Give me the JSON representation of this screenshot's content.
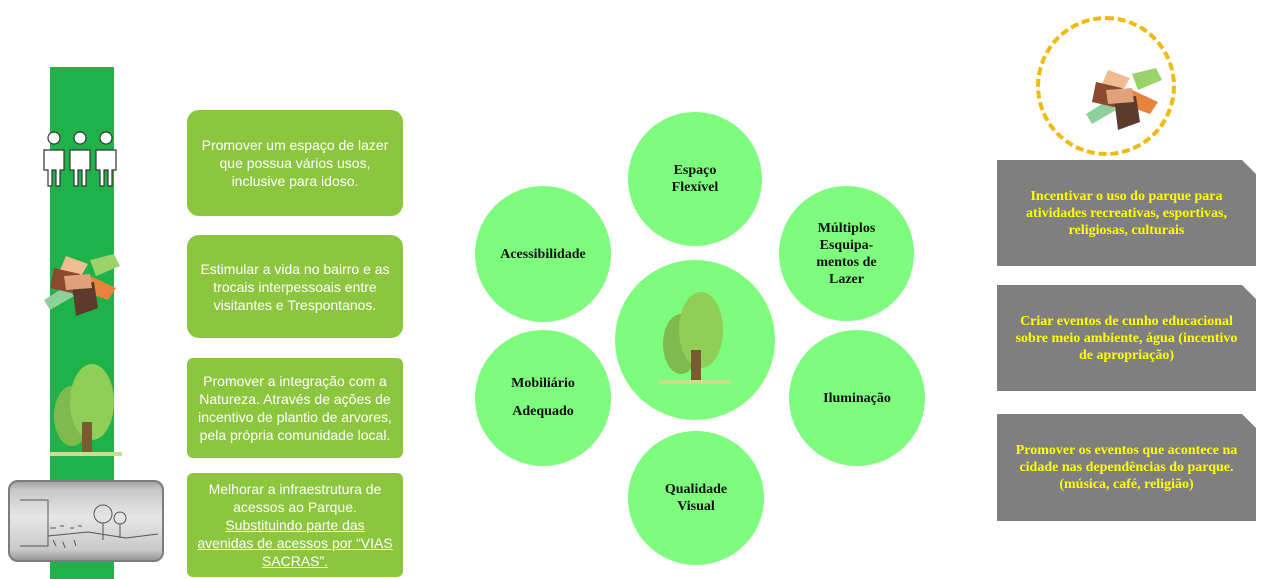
{
  "left_boxes": [
    {
      "text": "Promover um espaço de lazer que possua vários usos, inclusive para idoso."
    },
    {
      "text": "Estimular a vida no bairro e as trocais interpessoais entre visitantes e Trespontanos."
    },
    {
      "text": "Promover a integração com a Natureza. Através de ações de incentivo de plantio de arvores, pela própria comunidade local."
    },
    {
      "line1": "Melhorar a infraestrutura de acessos ao Parque.",
      "line2": "Substituindo parte das avenidas de acessos por “VIAS SACRAS”."
    }
  ],
  "circles": {
    "top": "Espaço Flexível",
    "top_right": "Múltiplos Esquipa- mentos de Lazer",
    "right": "Iluminação",
    "bottom": "Qualidade Visual",
    "bottom_left": "Mobiliário Adequado",
    "left": "Acessibilidade"
  },
  "right_boxes": [
    {
      "text": "Incentivar o uso do parque para atividades recreativas, esportivas, religiosas, culturais"
    },
    {
      "text": "Criar eventos de cunho educacional sobre meio ambiente, água (incentivo de apropriação)"
    },
    {
      "text": "Promover os eventos que acontece na cidade nas dependências do parque. (música, café, religião)"
    }
  ],
  "colors": {
    "strip": "#1fb14a",
    "green_box": "#8cc63e",
    "circle": "#7dfc7d",
    "gray_box": "#7f7f7f",
    "gray_text": "#ffff00",
    "dashed_ring": "#f2b90e"
  },
  "icons": [
    "people-icon",
    "hands-icon",
    "tree-icon",
    "sketch-image"
  ]
}
